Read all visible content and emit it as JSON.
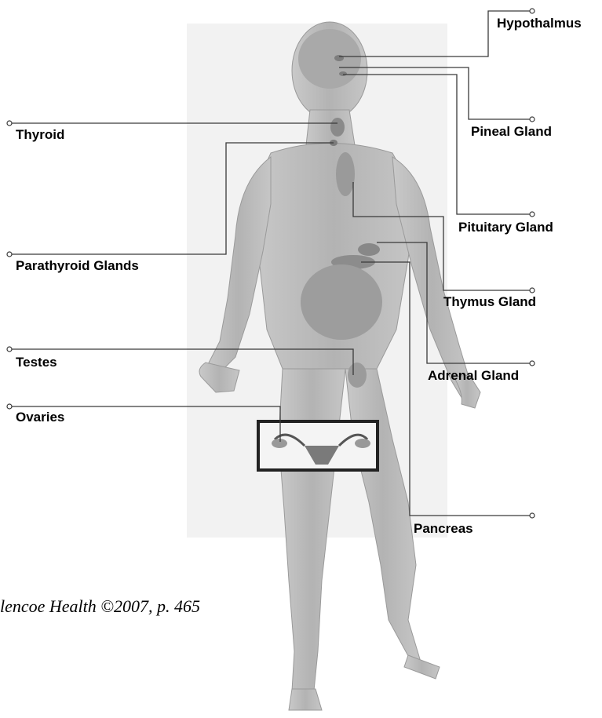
{
  "labels": {
    "hypothalmus": "Hypothalmus",
    "pineal_gland": "Pineal Gland",
    "pituitary_gland": "Pituitary Gland",
    "thymus_gland": "Thymus Gland",
    "adrenal_gland": "Adrenal Gland",
    "pancreas": "Pancreas",
    "thyroid": "Thyroid",
    "parathyroid_glands": "Parathyroid Glands",
    "testes": "Testes",
    "ovaries": "Ovaries"
  },
  "citation": "lencoe Health ©2007, p. 465",
  "colors": {
    "body_shade": "#bdbdbd",
    "background_panel": "#f1f1f1",
    "leader_line": "#3a3a3a",
    "organ": "#8a8a8a"
  }
}
